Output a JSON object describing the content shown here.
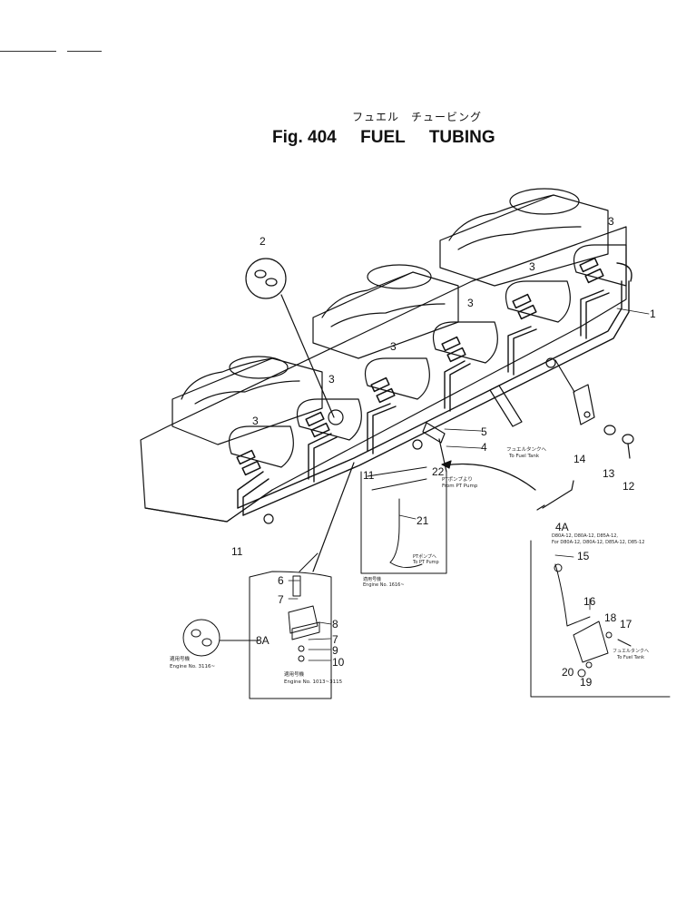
{
  "header": {
    "title_jp": "フュエル　チュービング",
    "fig_label": "Fig. 404",
    "title_words": [
      "FUEL",
      "TUBING"
    ]
  },
  "callouts": {
    "n1": "1",
    "n2": "2",
    "n3": "3",
    "n4": "4",
    "n4a": "4A",
    "n5": "5",
    "n6": "6",
    "n7": "7",
    "n8": "8",
    "n8a": "8A",
    "n9": "9",
    "n10": "10",
    "n11": "11",
    "n12": "12",
    "n13": "13",
    "n14": "14",
    "n15": "15",
    "n16": "16",
    "n17": "17",
    "n18": "18",
    "n19": "19",
    "n20": "20",
    "n21": "21",
    "n22": "22"
  },
  "notes": {
    "to_fuel_tank_jp": "フュエルタンクへ",
    "to_fuel_tank": "To Fuel Tank",
    "from_pt_pump_jp": "PTポンプより",
    "from_pt_pump": "From PT Pump",
    "to_pt_pump_jp": "PTポンプへ",
    "to_pt_pump": "To PT Pump",
    "engine_1616_jp": "適用号機",
    "engine_1616": "Engine No. 1616~",
    "engine_3116_jp": "適用号機",
    "engine_3116": "Engine No. 3116~",
    "engine_1013_jp": "適用号機",
    "engine_1013": "Engine No. 1013~3115",
    "detail_jp": "D80A-12, D80A-12, D85A-12,",
    "detail_models": "For D80A-12, D80A-12, D85A-12, D85-12",
    "to_fuel_tank_2_jp": "フュエルタンクへ",
    "to_fuel_tank_2": "To Fuel Tank"
  },
  "colors": {
    "ink": "#111111",
    "paper": "#ffffff"
  }
}
